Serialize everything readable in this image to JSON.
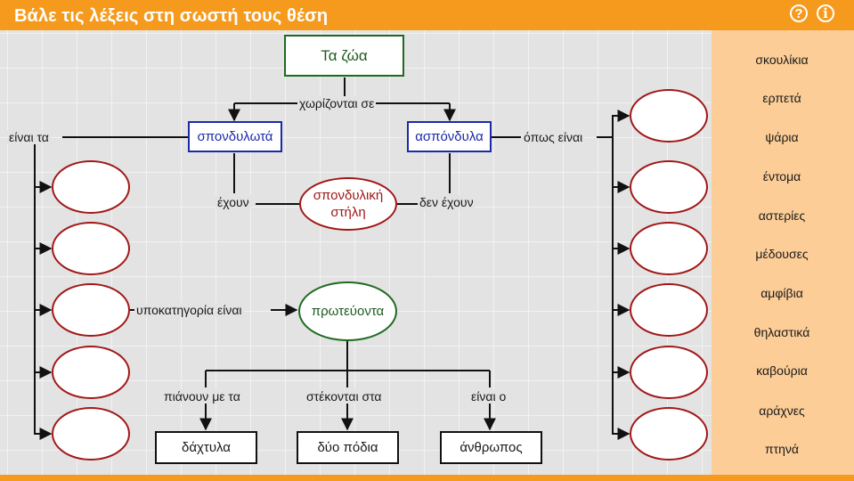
{
  "header": {
    "title": "Βάλε τις λέξεις στη σωστή τους θέση",
    "help_symbol": "?",
    "info_symbol": "i"
  },
  "map": {
    "root": "Τα ζώα",
    "split_label": "χωρίζονται σε",
    "vertebrates": "σπονδυλωτά",
    "invertebrates": "ασπόνδυλα",
    "spine": "σπονδυλική στήλη",
    "have": "έχουν",
    "have_not": "δεν έχουν",
    "they_are": "είναι τα",
    "such_as": "όπως είναι",
    "subcategory": "υποκατηγορία είναι",
    "primates": "πρωτεύοντα",
    "grab_with": "πιάνουν με τα",
    "stand_on": "στέκονται στα",
    "is_the": "είναι ο",
    "fingers": "δάχτυλα",
    "two_feet": "δύο πόδια",
    "human": "άνθρωπος"
  },
  "words": [
    "σκουλίκια",
    "ερπετά",
    "ψάρια",
    "έντομα",
    "αστερίες",
    "μέδουσες",
    "αμφίβια",
    "θηλαστικά",
    "καβούρια",
    "αράχνες",
    "πτηνά"
  ],
  "colors": {
    "header": "#f59a1c",
    "sidebar": "#fccd97",
    "board": "#e3e3e3",
    "blue": "#1c2aa8",
    "green": "#1e6b1e",
    "red": "#a11818"
  }
}
